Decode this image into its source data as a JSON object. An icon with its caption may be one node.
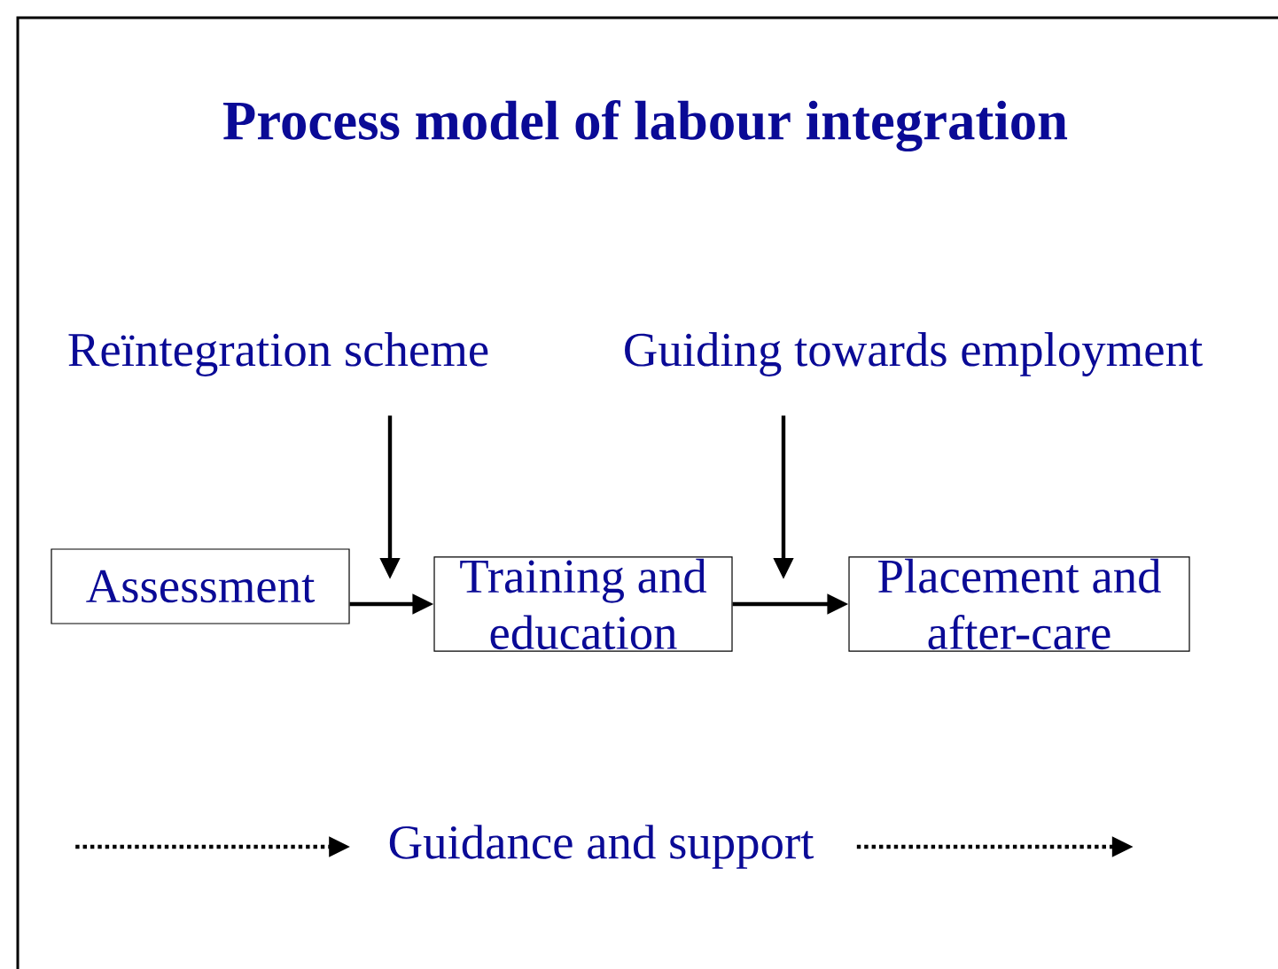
{
  "diagram": {
    "title": "Process model of labour integration",
    "nodes": [
      {
        "text": [
          "Reïntegration scheme"
        ]
      },
      {
        "text": [
          "Guiding towards employment"
        ]
      },
      {
        "text": [
          "Assessment"
        ]
      },
      {
        "text": [
          "Training and education"
        ]
      },
      {
        "text": [
          "Placement and after-care"
        ]
      },
      {
        "text": [
          "Guidance and support"
        ]
      }
    ],
    "edges": [
      {
        "from": 0,
        "to": null,
        "arrow": "to"
      },
      {
        "from": 1,
        "to": null,
        "arrow": "to"
      },
      {
        "from": 2,
        "to": 3,
        "arrow": "to"
      },
      {
        "from": 3,
        "to": 4,
        "arrow": "to"
      },
      {
        "from": null,
        "to": 5,
        "arrow": "to",
        "style": "dashed"
      },
      {
        "from": 5,
        "to": null,
        "arrow": "to",
        "style": "dashed"
      }
    ]
  }
}
